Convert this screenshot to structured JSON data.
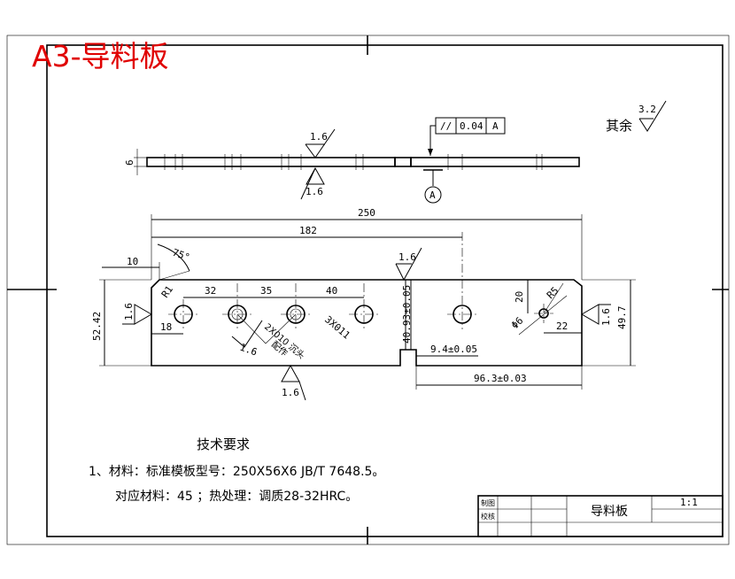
{
  "sheet": {
    "title_label": "A3-导料板",
    "title_color": "#e00000"
  },
  "surface_finish": {
    "remainder_label": "其余",
    "remainder_value": "3.2",
    "side_view_top": "1.6",
    "side_view_bottom": "1.6",
    "front_top": "1.6",
    "front_bottom": "1.6",
    "front_left": "1.6",
    "front_right": "1.6",
    "hole_note": "1.6"
  },
  "tolerance_frame": {
    "symbol": "//",
    "value": "0.04",
    "datum": "A"
  },
  "datum_label": "A",
  "dimensions": {
    "thickness": "6",
    "overall_length": "250",
    "length_182": "182",
    "left_offset": "10",
    "chamfer_angle": "75°",
    "corner_radius": "R1",
    "pitch_32": "32",
    "pitch_35": "35",
    "pitch_40": "40",
    "height": "52.42",
    "hole_edge": "18",
    "slot_depth": "40.93±0.05",
    "slot_width": "9.4±0.05",
    "slot_position": "96.3±0.03",
    "right_height": "49.7",
    "hole_20": "20",
    "radius_r5": "R5",
    "diameter_6": "Φ6",
    "edge_22": "22",
    "holes_note_a": "2X010 沉头",
    "holes_note_b": "3X011",
    "holes_note_c": "配作"
  },
  "notes": {
    "heading": "技术要求",
    "line1": "1、材料：标准模板型号：250X56X6 JB/T 7648.5。",
    "line2": "对应材料：45 ；热处理：调质28-32HRC。"
  },
  "title_block": {
    "drawn_label": "制图",
    "check_label": "校核",
    "part_name": "导料板",
    "scale": "1:1"
  }
}
